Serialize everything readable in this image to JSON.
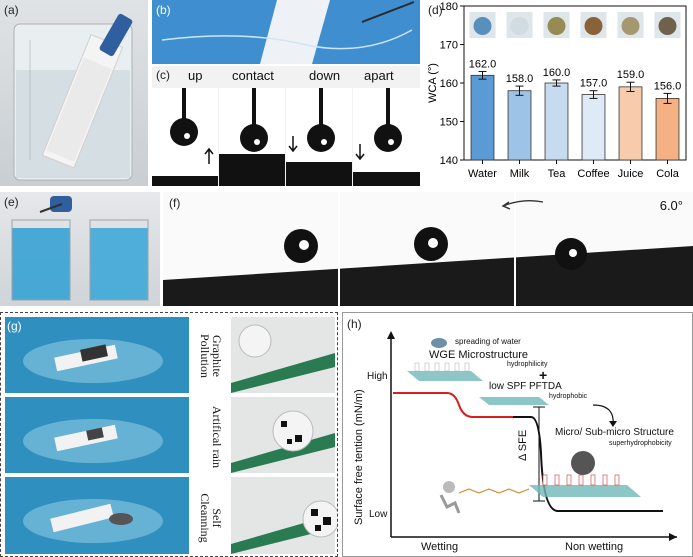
{
  "panels": {
    "a": {
      "label": "(a)"
    },
    "b": {
      "label": "(b)"
    },
    "c": {
      "label": "(c)",
      "stages": [
        "up",
        "contact",
        "down",
        "apart"
      ]
    },
    "d": {
      "label": "(d)"
    },
    "e": {
      "label": "(e)"
    },
    "f": {
      "label": "(f)",
      "angle": "6.0°"
    },
    "g": {
      "label": "(g)",
      "captions": [
        "Graphite Pollution",
        "Artifical rain",
        "Self Cleanning"
      ]
    },
    "h": {
      "label": "(h)",
      "y_axis": "Surface free tention (mN/m)",
      "y_high": "High",
      "y_low": "Low",
      "x_left": "Wetting",
      "x_right": "Non wetting",
      "spreading": "spreading of water",
      "wge_title": "WGE Microstructure",
      "wge_sub": "hydrophilicity",
      "plus": "+",
      "spf_title": "low SPF PFTDA",
      "spf_sub": "hydrophobic",
      "delta": "Δ SFE",
      "micro_title": "Micro/ Sub-micro Structure",
      "micro_sub": "superhydrophobicity"
    }
  },
  "chart_data": {
    "type": "bar",
    "categories": [
      "Water",
      "Milk",
      "Tea",
      "Coffee",
      "Juice",
      "Cola"
    ],
    "values": [
      162.0,
      158.0,
      160.0,
      157.0,
      159.0,
      156.0
    ],
    "value_labels": [
      "162.0",
      "158.0",
      "160.0",
      "157.0",
      "159.0",
      "156.0"
    ],
    "errors": [
      1.0,
      1.2,
      0.8,
      1.0,
      1.2,
      1.3
    ],
    "ylabel": "WCA (°)",
    "ylim": [
      140,
      180
    ],
    "yticks": [
      140,
      150,
      160,
      170,
      180
    ],
    "colors": [
      "#5b9bd5",
      "#9dc3e6",
      "#c6dbef",
      "#deebf7",
      "#f8cbad",
      "#f4b183"
    ],
    "grid": false
  }
}
